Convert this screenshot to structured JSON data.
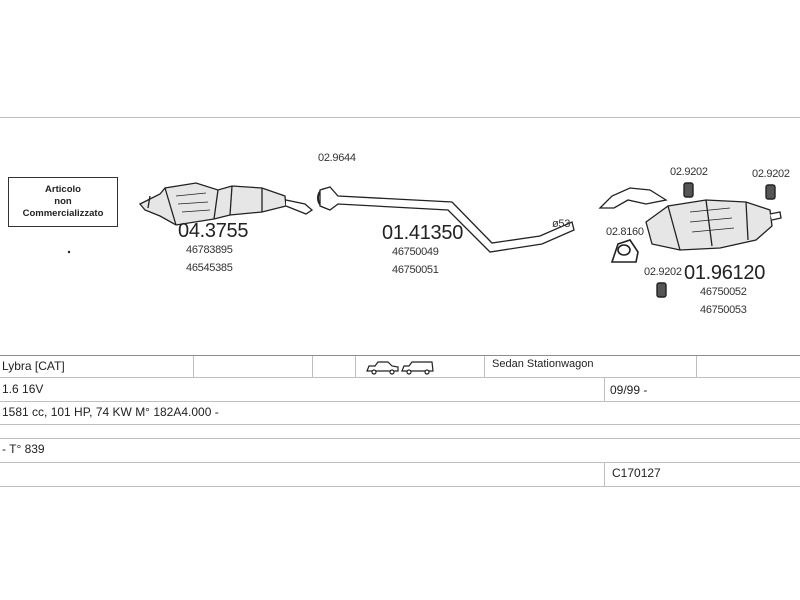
{
  "diagram": {
    "note": {
      "line1": "Articolo",
      "line2": "non",
      "line3": "Commercializzato"
    },
    "parts": {
      "cat": {
        "code": "04.3755",
        "ref1": "46783895",
        "ref2": "46545385"
      },
      "gasket": {
        "code": "02.9644"
      },
      "mid_pipe": {
        "code": "01.41350",
        "ref1": "46750049",
        "ref2": "46750051"
      },
      "diameter": "ø53",
      "clamp": {
        "code": "02.8160"
      },
      "rear_muffler": {
        "code": "01.96120",
        "ref1": "46750052",
        "ref2": "46750053"
      },
      "hanger_a": {
        "code": "02.9202"
      },
      "hanger_b": {
        "code": "02.9202"
      },
      "hanger_c": {
        "code": "02.9202"
      }
    }
  },
  "vehicle_table": {
    "model": "Lybra  [CAT]",
    "body_types": "Sedan  Stationwagon",
    "engine": "1.6 16V",
    "production_date": "09/99 -",
    "specs": "1581 cc, 101 HP, 74 KW M° 182A4.000 -",
    "type": "- T° 839",
    "catalog_code": "C170127"
  }
}
